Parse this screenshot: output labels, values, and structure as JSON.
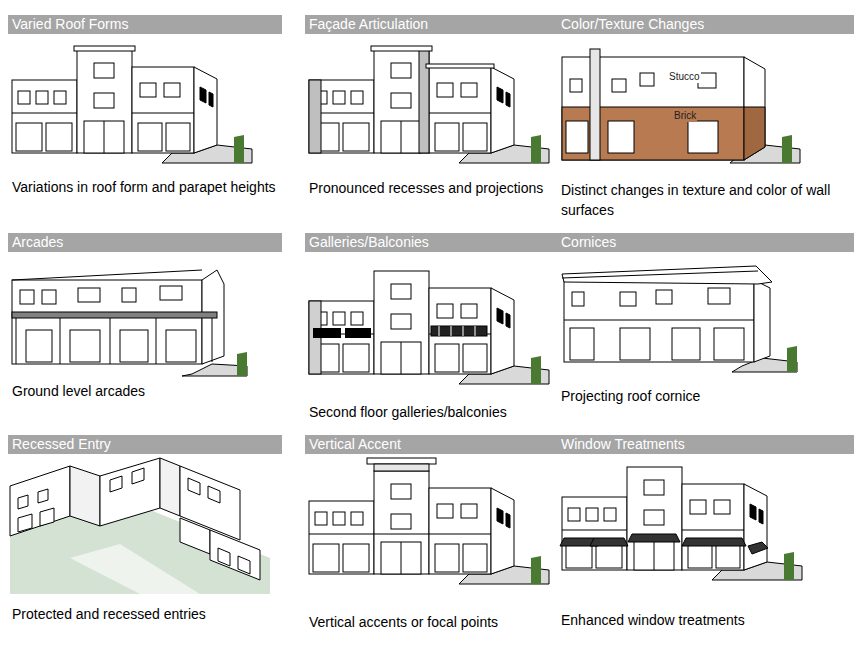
{
  "diagram": {
    "nodes": [
      {
        "text": [
          "Varied Roof Forms",
          "Variations in roof form and parapet heights"
        ]
      },
      {
        "text": [
          "Façade Articulation",
          "Pronounced recesses and projections"
        ]
      },
      {
        "text": [
          "Color/Texture Changes",
          "Distinct changes in texture and color of wall surfaces"
        ]
      },
      {
        "text": [
          "Arcades",
          "Ground level arcades"
        ]
      },
      {
        "text": [
          "Galleries/Balconies",
          "Second floor galleries/balconies"
        ]
      },
      {
        "text": [
          "Cornices",
          "Projecting roof cornice"
        ]
      },
      {
        "text": [
          "Recessed Entry",
          "Protected and recessed entries"
        ]
      },
      {
        "text": [
          "Vertical Accent",
          "Vertical accents or focal points"
        ]
      },
      {
        "text": [
          "Window Treatments",
          "Enhanced window treatments"
        ]
      }
    ],
    "labels": [
      "Stucco",
      "Brick"
    ]
  }
}
